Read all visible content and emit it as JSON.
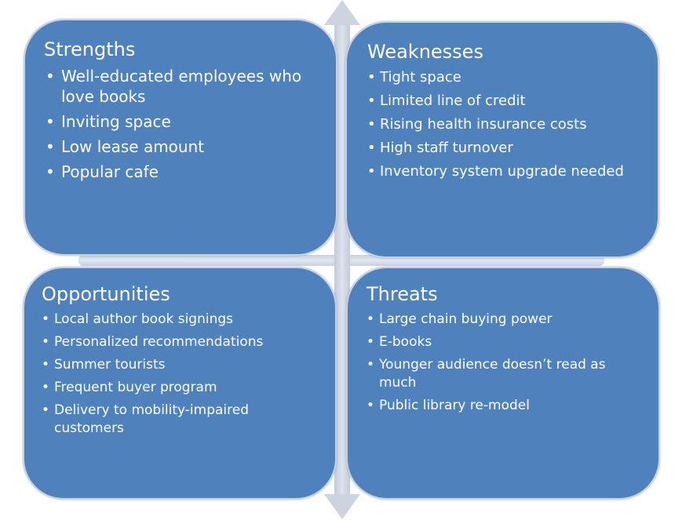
{
  "diagram": {
    "strengths": {
      "title": "Strengths",
      "items": [
        "Well-educated employees who love books",
        "Inviting space",
        "Low lease amount",
        "Popular cafe"
      ]
    },
    "weaknesses": {
      "title": "Weaknesses",
      "items": [
        "Tight space",
        "Limited line of credit",
        "Rising health insurance costs",
        "High staff turnover",
        "Inventory system upgrade needed"
      ]
    },
    "opportunities": {
      "title": "Opportunities",
      "items": [
        "Local author book signings",
        "Personalized recommendations",
        "Summer tourists",
        "Frequent buyer program",
        "Delivery to mobility-impaired customers"
      ]
    },
    "threats": {
      "title": "Threats",
      "items": [
        "Large chain buying power",
        "E-books",
        "Younger audience doesn’t read as much",
        "Public library re-model"
      ]
    },
    "colors": {
      "box_fill": "#4f81bd",
      "axis": "#cdd4e0",
      "text": "#ffffff"
    }
  }
}
